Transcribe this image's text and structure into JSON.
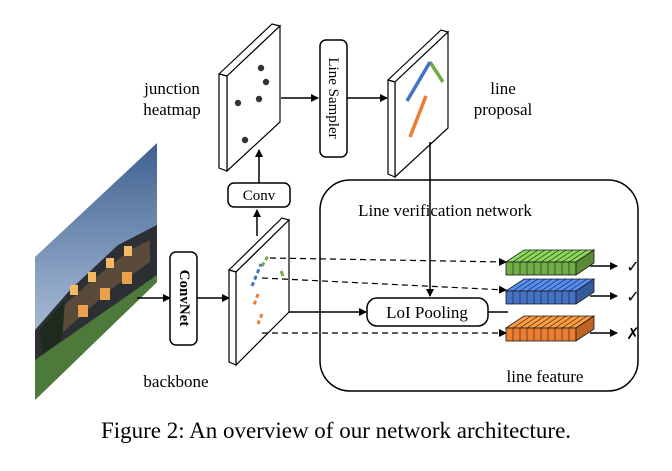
{
  "labels": {
    "junction_line1": "junction",
    "junction_line2": "heatmap",
    "line_sampler": "Line Sampler",
    "line_proposal_line1": "line",
    "line_proposal_line2": "proposal",
    "conv": "Conv",
    "convnet": "ConvNet",
    "backbone": "backbone",
    "verification_title": "Line verification  network",
    "loi_pooling": "LoI Pooling",
    "line_feature": "line feature",
    "check_1": "✓",
    "check_2": "✓",
    "cross": "✗"
  },
  "caption": "Figure 2:  An overview of our network architecture.",
  "colors": {
    "green": "#70ad47",
    "blue": "#4472c4",
    "orange": "#ed7d31",
    "stroke": "#000000"
  },
  "icons": {
    "photo": "house-photo-icon"
  }
}
